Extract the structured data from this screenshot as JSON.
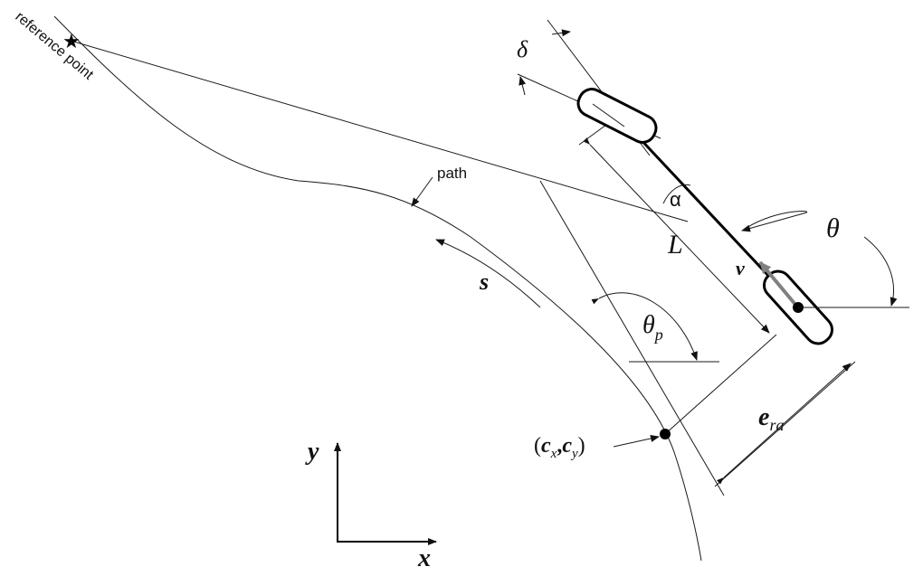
{
  "labels": {
    "reference_point": "reference point",
    "path": "path",
    "delta": "δ",
    "alpha": "α",
    "L": "L",
    "theta": "θ",
    "v": "v",
    "s": "s",
    "theta_p_base": "θ",
    "theta_p_sub": "p",
    "e_ra_base": "e",
    "e_ra_sub": "ra",
    "cxcy_open": "(",
    "cx_base": "c",
    "cx_sub": "x",
    "comma": ",",
    "cy_base": "c",
    "cy_sub": "y",
    "cxcy_close": ")",
    "y_axis": "y",
    "x_axis": "x"
  },
  "colors": {
    "ink": "#111111",
    "velocity_arrow": "#808080"
  }
}
